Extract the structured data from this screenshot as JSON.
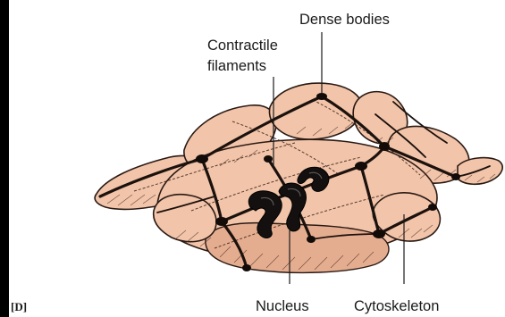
{
  "labels": {
    "dense_bodies": "Dense bodies",
    "contractile_line1": "Contractile",
    "contractile_line2": "filaments",
    "nucleus": "Nucleus",
    "cytoskeleton": "Cytoskeleton",
    "panel": "[D]"
  },
  "colors": {
    "cell_fill": "#f2c4a9",
    "cell_shadow": "#e5ad90",
    "outline": "#2a1a14",
    "nucleus": "#141010",
    "frame_left": "#000000"
  }
}
